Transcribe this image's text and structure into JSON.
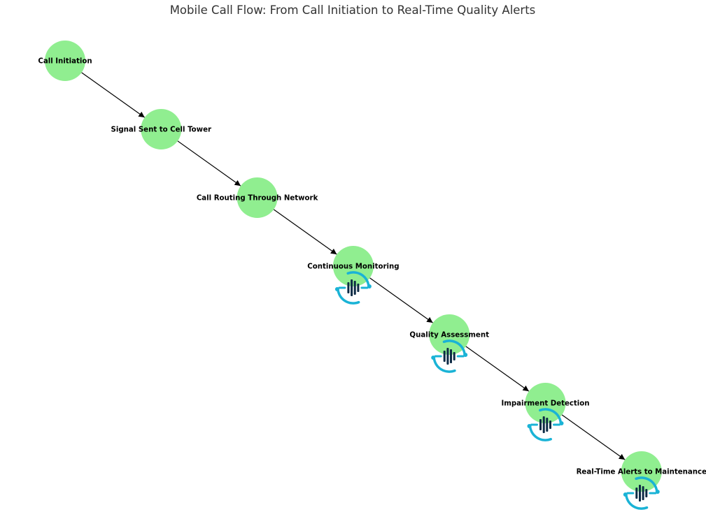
{
  "title": "Mobile Call Flow: From Call Initiation to Real-Time Quality Alerts",
  "colors": {
    "node_fill": "#90ee90",
    "edge": "#000000",
    "icon_ring": "#1ab3d6",
    "icon_bars": "#0d2b45",
    "title": "#333333"
  },
  "nodes": [
    {
      "id": "call-initiation",
      "label": "Call Initiation",
      "icon": null
    },
    {
      "id": "signal-sent",
      "label": "Signal Sent to Cell Tower",
      "icon": null
    },
    {
      "id": "call-routing",
      "label": "Call Routing Through Network",
      "icon": null
    },
    {
      "id": "continuous-monitoring",
      "label": "Continuous Monitoring",
      "icon": "quality-monitor-icon"
    },
    {
      "id": "quality-assessment",
      "label": "Quality Assessment",
      "icon": "quality-monitor-icon"
    },
    {
      "id": "impairment-detection",
      "label": "Impairment Detection",
      "icon": "quality-monitor-icon"
    },
    {
      "id": "real-time-alerts",
      "label": "Real-Time Alerts to Maintenance",
      "icon": "quality-monitor-icon"
    }
  ],
  "edges": [
    {
      "from": "call-initiation",
      "to": "signal-sent"
    },
    {
      "from": "signal-sent",
      "to": "call-routing"
    },
    {
      "from": "call-routing",
      "to": "continuous-monitoring"
    },
    {
      "from": "continuous-monitoring",
      "to": "quality-assessment"
    },
    {
      "from": "quality-assessment",
      "to": "impairment-detection"
    },
    {
      "from": "impairment-detection",
      "to": "real-time-alerts"
    }
  ]
}
